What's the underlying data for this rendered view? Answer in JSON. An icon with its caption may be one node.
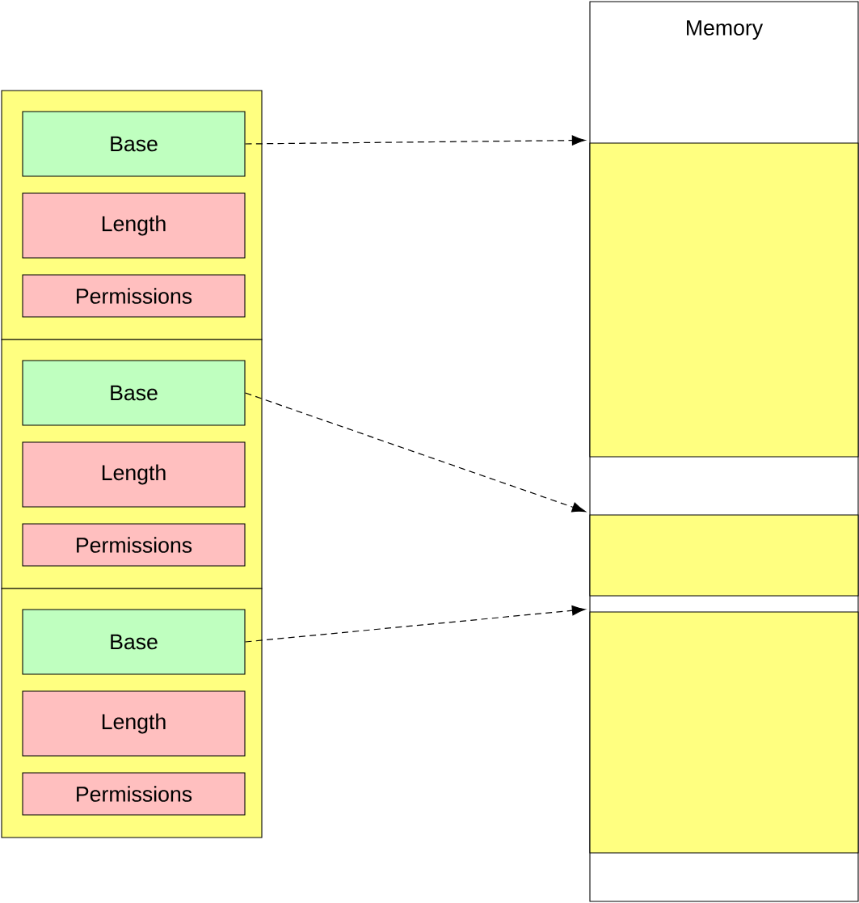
{
  "diagram": {
    "nodes": [
      {
        "text": [],
        "shape": "box"
      },
      {
        "text": [
          "Base"
        ],
        "in": 0
      },
      {
        "text": [
          "Length"
        ],
        "in": 0
      },
      {
        "text": [
          "Permissions"
        ],
        "in": 0
      },
      {
        "text": [],
        "shape": "box"
      },
      {
        "text": [
          "Base"
        ],
        "in": 4
      },
      {
        "text": [
          "Length"
        ],
        "in": 4
      },
      {
        "text": [
          "Permissions"
        ],
        "in": 4
      },
      {
        "text": [],
        "shape": "box"
      },
      {
        "text": [
          "Base"
        ],
        "in": 8
      },
      {
        "text": [
          "Length"
        ],
        "in": 8
      },
      {
        "text": [
          "Permissions"
        ],
        "in": 8
      },
      {
        "text": [
          "Memory"
        ]
      },
      {
        "text": [],
        "shape": "box",
        "in": 12
      },
      {
        "text": [],
        "shape": "box",
        "in": 12
      },
      {
        "text": [],
        "shape": "box",
        "in": 12
      }
    ],
    "edges": [
      {
        "from": 1,
        "to": 13,
        "arrow": "to",
        "style": "dashed"
      },
      {
        "from": 5,
        "to": 14,
        "arrow": "to",
        "style": "dashed"
      },
      {
        "from": 9,
        "to": 15,
        "arrow": "to",
        "style": "dashed"
      }
    ]
  }
}
